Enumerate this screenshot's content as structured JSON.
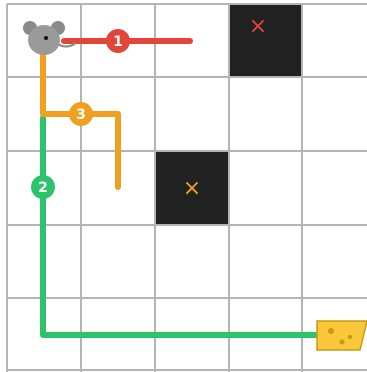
{
  "grid": {
    "rows": 5,
    "cols": 5,
    "line_color": "#b4b4b4",
    "blocked_cells": [
      {
        "row": 0,
        "col": 3,
        "mark": "×",
        "mark_color": "#e2463a"
      },
      {
        "row": 2,
        "col": 2,
        "mark": "×",
        "mark_color": "#f0a020"
      }
    ],
    "blocked_fill": "#212121"
  },
  "paths": [
    {
      "id": "path-1",
      "number": "1",
      "color": "#e2463a"
    },
    {
      "id": "path-2",
      "number": "2",
      "color": "#2dc36a"
    },
    {
      "id": "path-3",
      "number": "3",
      "color": "#f0a020"
    }
  ],
  "mouse": {
    "icon": "mouse-icon",
    "row": 0,
    "col": 0
  },
  "cheese": {
    "icon": "cheese-icon",
    "row": 4,
    "col": 4
  }
}
